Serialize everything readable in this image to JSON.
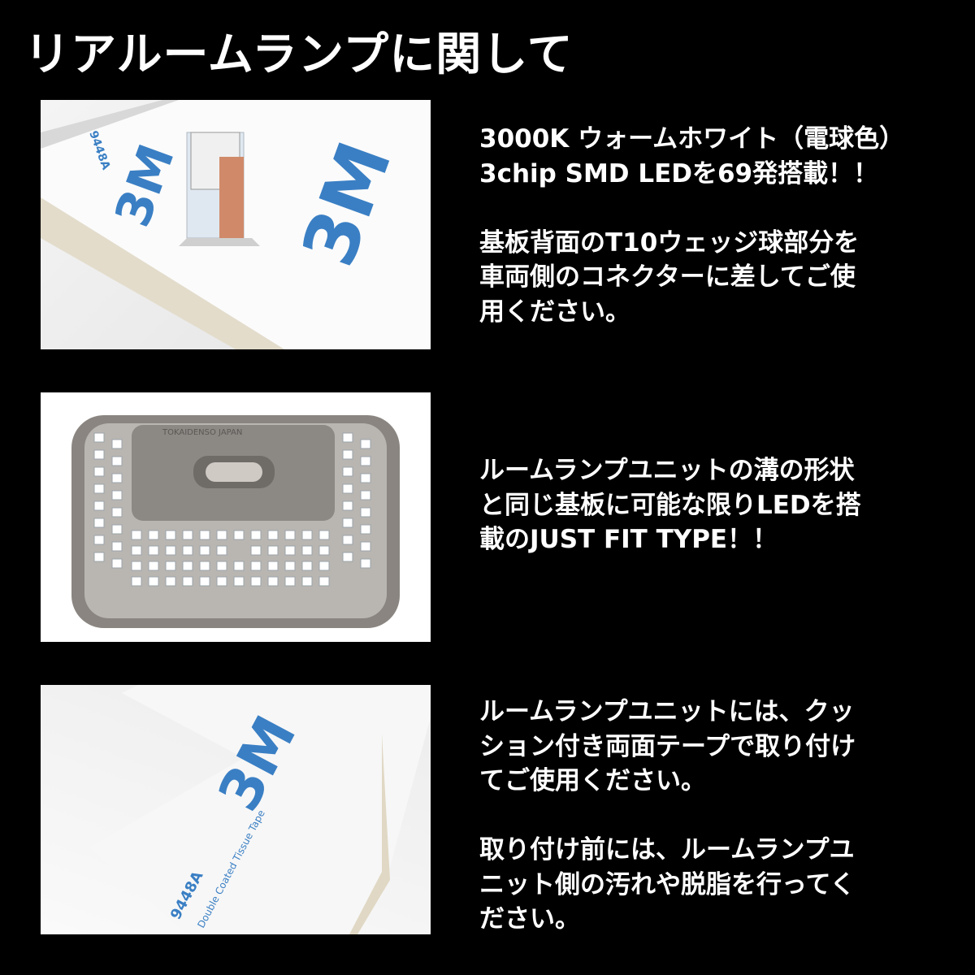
{
  "title": "リアルームランプに関して",
  "sections": [
    {
      "paragraphs": [
        [
          "3000K ウォームホワイト（電球色）",
          "3chip SMD LEDを69発搭載！！"
        ],
        [
          "基板背面のT10ウェッジ球部分を",
          "車両側のコネクターに差してご使",
          "用ください。"
        ]
      ]
    },
    {
      "paragraphs": [
        [
          "ルームランプユニットの溝の形状",
          "と同じ基板に可能な限りLEDを搭",
          "載のJUST FIT TYPE！！"
        ]
      ]
    },
    {
      "paragraphs": [
        [
          "ルームランプユニットには、クッ",
          "ション付き両面テープで取り付け",
          "てご使用ください。"
        ],
        [
          "取り付け前には、ルームランプユ",
          "ニット側の汚れや脱脂を行ってく",
          "ださい。"
        ]
      ]
    }
  ],
  "photo_lettering": {
    "tape_code": "9448A",
    "tape_name": "Double Coated Tissue Tape",
    "tape_brand": "3M",
    "housing_mark": "TOKAIDENSO JAPAN"
  },
  "colors": {
    "background": "#000000",
    "text": "#ffffff",
    "led": "#ffffff",
    "housing": "#8a8580",
    "tape_logo": "#3a7fc4"
  }
}
